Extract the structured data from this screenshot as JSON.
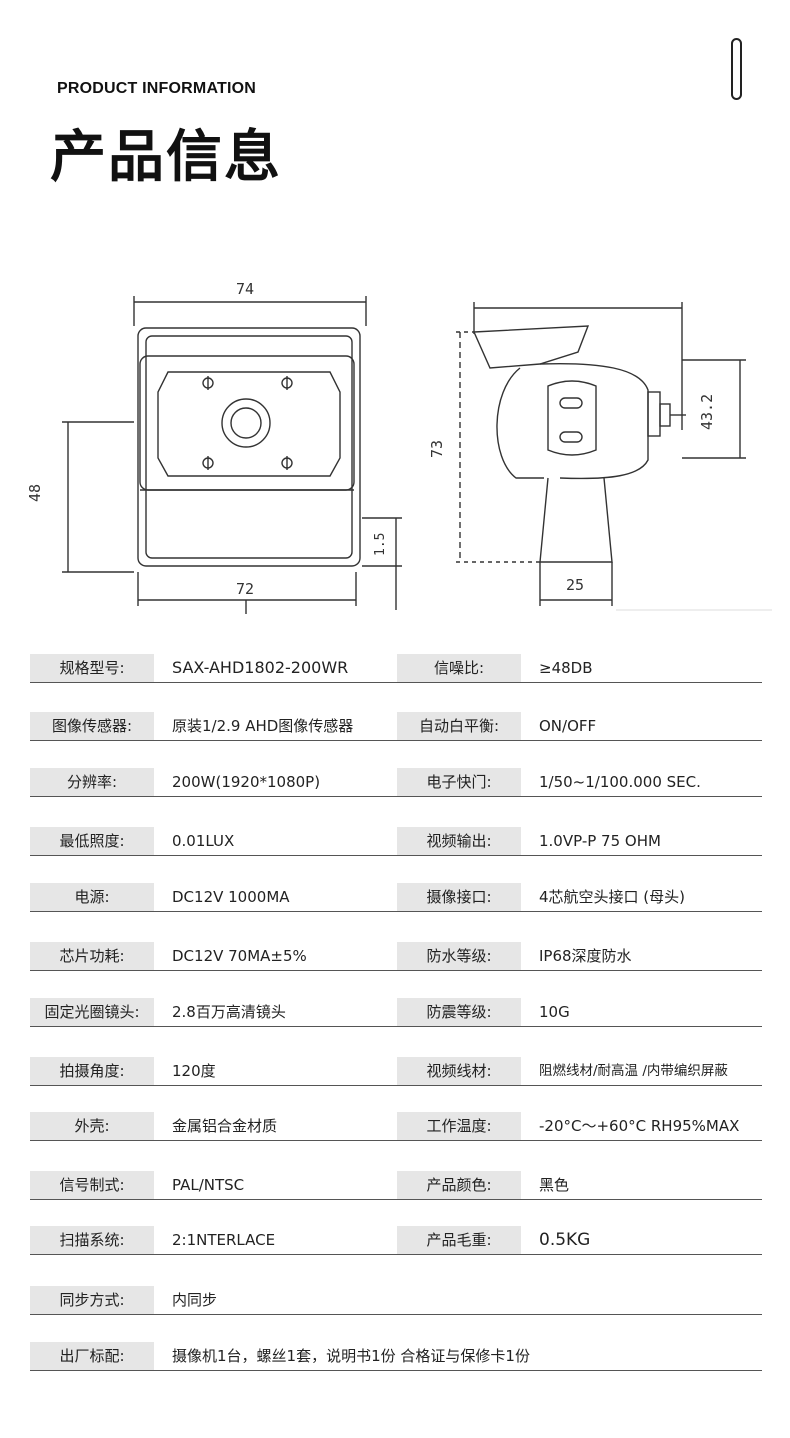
{
  "header": {
    "subtitle": "PRODUCT INFORMATION",
    "title": "产品信息"
  },
  "drawing": {
    "front_top": "74",
    "front_bottom": "72",
    "front_height": "48",
    "front_small": "1.5",
    "side_height": "73",
    "side_right": "43.2",
    "side_bottom": "25"
  },
  "specs": [
    {
      "l_label": "规格型号:",
      "l_value": "SAX-AHD1802-200WR",
      "r_label": "信噪比:",
      "r_value": "≥48DB"
    },
    {
      "l_label": "图像传感器:",
      "l_value": "原装1/2.9 AHD图像传感器",
      "r_label": "自动白平衡:",
      "r_value": "ON/OFF"
    },
    {
      "l_label": "分辨率:",
      "l_value": "200W(1920*1080P)",
      "r_label": "电子快门:",
      "r_value": "1/50~1/100.000 SEC."
    },
    {
      "l_label": "最低照度:",
      "l_value": "0.01LUX",
      "r_label": "视频输出:",
      "r_value": "1.0VP-P 75 OHM"
    },
    {
      "l_label": "电源:",
      "l_value": "DC12V 1000MA",
      "r_label": "摄像接口:",
      "r_value": "4芯航空头接口 (母头)"
    },
    {
      "l_label": "芯片功耗:",
      "l_value": "DC12V 70MA±5%",
      "r_label": "防水等级:",
      "r_value": "IP68深度防水"
    },
    {
      "l_label": "固定光圈镜头:",
      "l_value": "2.8百万高清镜头",
      "r_label": "防震等级:",
      "r_value": "10G"
    },
    {
      "l_label": "拍摄角度:",
      "l_value": "120度",
      "r_label": "视频线材:",
      "r_value": "阻燃线材/耐高温 /内带编织屏蔽"
    },
    {
      "l_label": "外壳:",
      "l_value": "金属铝合金材质",
      "r_label": "工作温度:",
      "r_value": "-20°C～+60°C RH95%MAX"
    },
    {
      "l_label": "信号制式:",
      "l_value": "PAL/NTSC",
      "r_label": "产品颜色:",
      "r_value": "黑色"
    },
    {
      "l_label": "扫描系统:",
      "l_value": "2:1NTERLACE",
      "r_label": "产品毛重:",
      "r_value": "0.5KG"
    },
    {
      "l_label": "同步方式:",
      "l_value": "内同步",
      "r_label": "",
      "r_value": ""
    },
    {
      "l_label": "出厂标配:",
      "l_value": "摄像机1台，螺丝1套，说明书1份 合格证与保修卡1份",
      "r_label": "",
      "r_value": ""
    }
  ]
}
